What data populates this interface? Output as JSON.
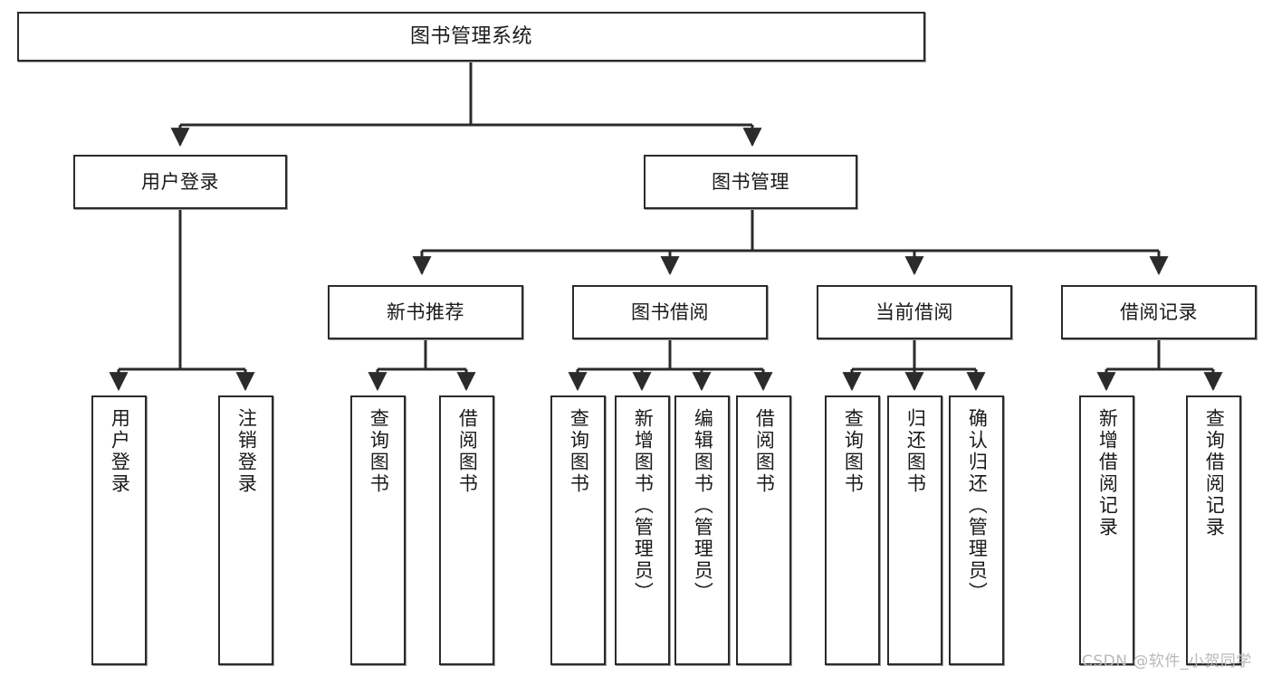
{
  "diagram": {
    "type": "tree",
    "title": "图书管理系统",
    "colors": {
      "box_border": "#2b2b2b",
      "box_fill": "#ffffff",
      "edge": "#2b2b2b",
      "text": "#1a1a1a",
      "watermark": "#b9b9b9"
    },
    "watermark": "CSDN @软件_小贺同学",
    "root": {
      "label": "图书管理系统"
    },
    "level2": [
      {
        "label": "用户登录"
      },
      {
        "label": "图书管理"
      }
    ],
    "level3": [
      {
        "label": "新书推荐"
      },
      {
        "label": "图书借阅"
      },
      {
        "label": "当前借阅"
      },
      {
        "label": "借阅记录"
      }
    ],
    "leaves": {
      "user_login": [
        {
          "label": "用户登录"
        },
        {
          "label": "注销登录"
        }
      ],
      "new_book_recommend": [
        {
          "label": "查询图书"
        },
        {
          "label": "借阅图书"
        }
      ],
      "book_borrow": [
        {
          "label": "查询图书"
        },
        {
          "label": "新增图书（管理员）"
        },
        {
          "label": "编辑图书（管理员）"
        },
        {
          "label": "借阅图书"
        }
      ],
      "current_borrow": [
        {
          "label": "查询图书"
        },
        {
          "label": "归还图书"
        },
        {
          "label": "确认归还（管理员）"
        }
      ],
      "borrow_record": [
        {
          "label": "新增借阅记录"
        },
        {
          "label": "查询借阅记录"
        }
      ]
    }
  }
}
